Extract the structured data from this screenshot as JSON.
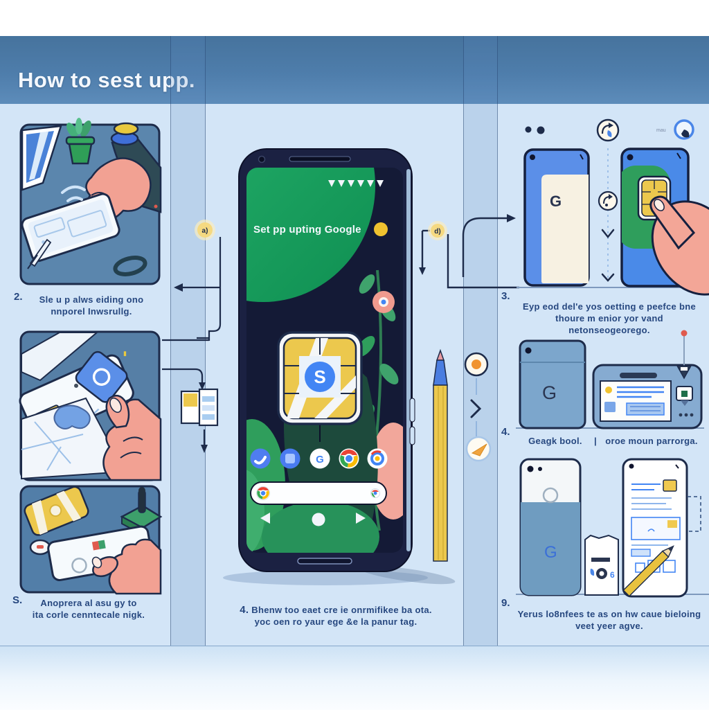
{
  "palette": {
    "header_blue": "#4e7dab",
    "page_bg": "#d3e5f7",
    "fold_band": "#b9d4ef",
    "outline_navy": "#1d2b4a",
    "caption_navy": "#26477f",
    "scene_blue": "#5b86ad",
    "google_blue": "#4285f4",
    "green": "#2f9e5c",
    "gold": "#ecc84d",
    "coral": "#f2a396",
    "phone_body_navy": "#1b2142",
    "screen_navy": "#141a36",
    "accent_yellow": "#f0c22f"
  },
  "header": {
    "title": "How to sest upp."
  },
  "left": {
    "step1": {
      "num": "2.",
      "line1": "Sle u p alws eiding ono",
      "line2": "nnporel Inwsrullg."
    },
    "step3": {
      "num": "S.",
      "line1": "Anoprera al asu gy to",
      "line2": "ita corle cenntecale nigk."
    },
    "sim_letter": "o"
  },
  "gutter": {
    "left_badge": "a)",
    "right_badge": "d)"
  },
  "center": {
    "screen_title": "Set pp upting Google",
    "sim_letter": "S",
    "g_icon": "G",
    "caption": {
      "num": "4.",
      "line1": "Bhenw too eaet cre ie onrmifikee ba ota.",
      "line2": "yoc oen ro yaur ege &e la panur tag."
    }
  },
  "right": {
    "icons": {
      "tiny_label": "mau"
    },
    "step3": {
      "num": "3.",
      "line1": "Eyp eod del'e yos oetting e peefce bne",
      "line2": "thoure m enior yor vand netonseogeorego.",
      "g": "G"
    },
    "step4": {
      "num": "4.",
      "left": "Geagk bool.",
      "divider": "|",
      "right": "oroe moun parrorga.",
      "g": "G"
    },
    "step9": {
      "num": "9.",
      "line1": "Yerus lo8nfees te as on hw caue bieloing",
      "line2": "veet yeer agve.",
      "g": "G",
      "digit": "6"
    }
  }
}
